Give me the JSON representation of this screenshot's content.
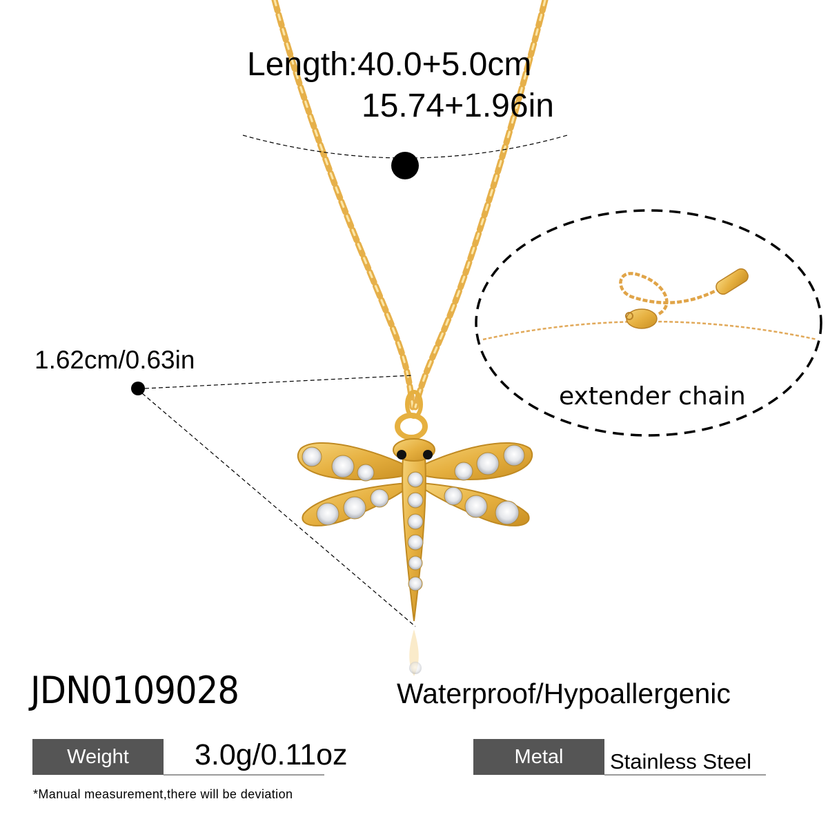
{
  "product": {
    "sku": "JDN0109028",
    "features": "Waterproof/Hypoallergenic",
    "subject": "gold dragonfly pendant necklace with clear rhinestones"
  },
  "measurements": {
    "length_cm": "Length:40.0+5.0cm",
    "length_in": "15.74+1.96in",
    "pendant_size": "1.62cm/0.63in"
  },
  "callouts": {
    "extender_label": "extender chain"
  },
  "specs": {
    "weight": {
      "label": "Weight",
      "value": "3.0g/0.11oz"
    },
    "metal": {
      "label": "Metal",
      "value": "Stainless Steel"
    }
  },
  "footnote": "*Manual measurement,there will be deviation",
  "colors": {
    "gold": "#e8b84a",
    "gold_dark": "#c8922a",
    "spec_label_bg": "#555555",
    "rule": "#9a9a9a",
    "text": "#000000"
  }
}
